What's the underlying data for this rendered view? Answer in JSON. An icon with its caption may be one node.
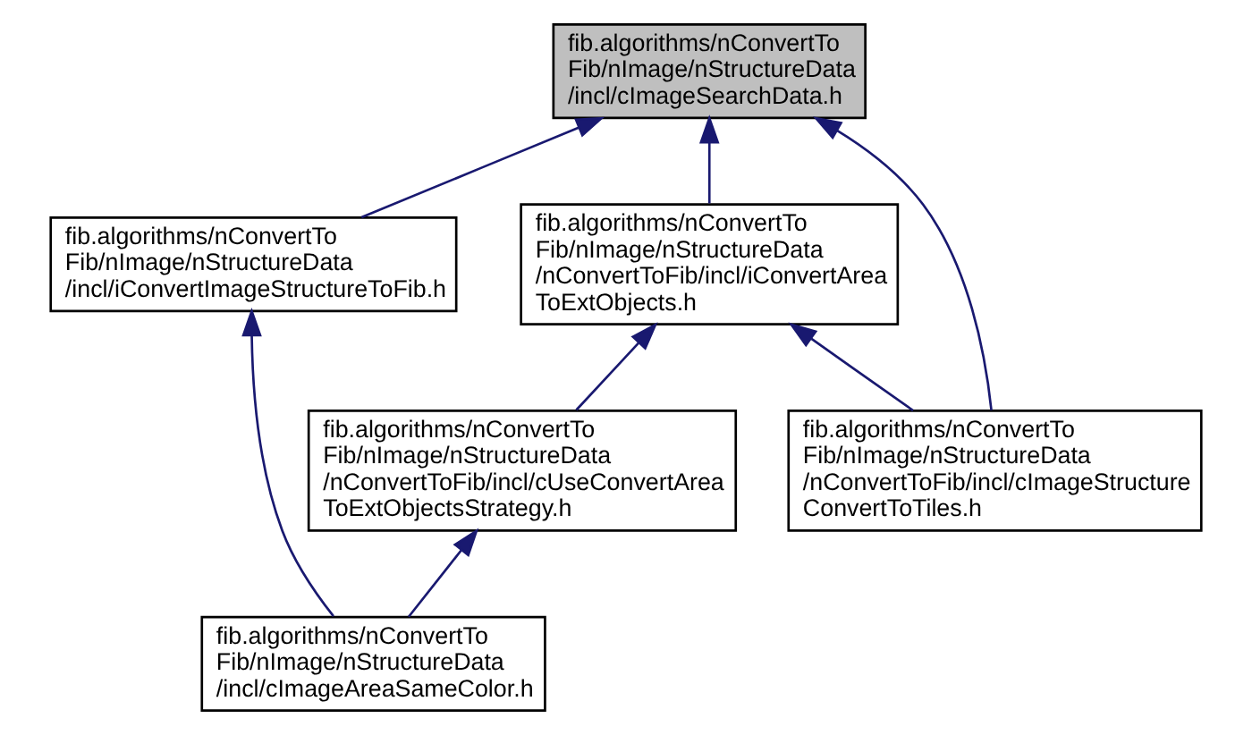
{
  "diagram": {
    "nodes": [
      {
        "text": [
          "fib.algorithms/nConvertTo Fib/nImage/nStructureData /incl/cImageSearchData.h"
        ]
      },
      {
        "text": [
          "fib.algorithms/nConvertTo Fib/nImage/nStructureData /incl/iConvertImageStructureToFib.h"
        ]
      },
      {
        "text": [
          "fib.algorithms/nConvertTo Fib/nImage/nStructureData /nConvertToFib/incl/iConvertArea ToExtObjects.h"
        ]
      },
      {
        "text": [
          "fib.algorithms/nConvertTo Fib/nImage/nStructureData /nConvertToFib/incl/cImageStructure ConvertToTiles.h"
        ]
      },
      {
        "text": [
          "fib.algorithms/nConvertTo Fib/nImage/nStructureData /nConvertToFib/incl/cUseConvertArea ToExtObjectsStrategy.h"
        ]
      },
      {
        "text": [
          "fib.algorithms/nConvertTo Fib/nImage/nStructureData /incl/cImageAreaSameColor.h"
        ]
      }
    ],
    "edges": [
      {
        "from": 1,
        "to": 0,
        "arrow": "to"
      },
      {
        "from": 3,
        "to": 0,
        "arrow": "to"
      },
      {
        "from": 2,
        "to": 0,
        "arrow": "to"
      },
      {
        "from": 5,
        "to": 1,
        "arrow": "to"
      },
      {
        "from": 3,
        "to": 2,
        "arrow": "to"
      },
      {
        "from": 4,
        "to": 2,
        "arrow": "to"
      },
      {
        "from": 5,
        "to": 4,
        "arrow": "to"
      }
    ]
  }
}
